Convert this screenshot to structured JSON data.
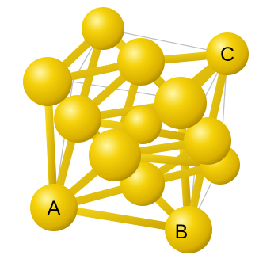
{
  "diagram": {
    "labels": {
      "a": "A",
      "b": "B",
      "c": "C"
    },
    "colors": {
      "atom": "#f2cb05",
      "bond": "#e5bb00",
      "edge": "#bfbfbf",
      "label": "#000000"
    }
  }
}
